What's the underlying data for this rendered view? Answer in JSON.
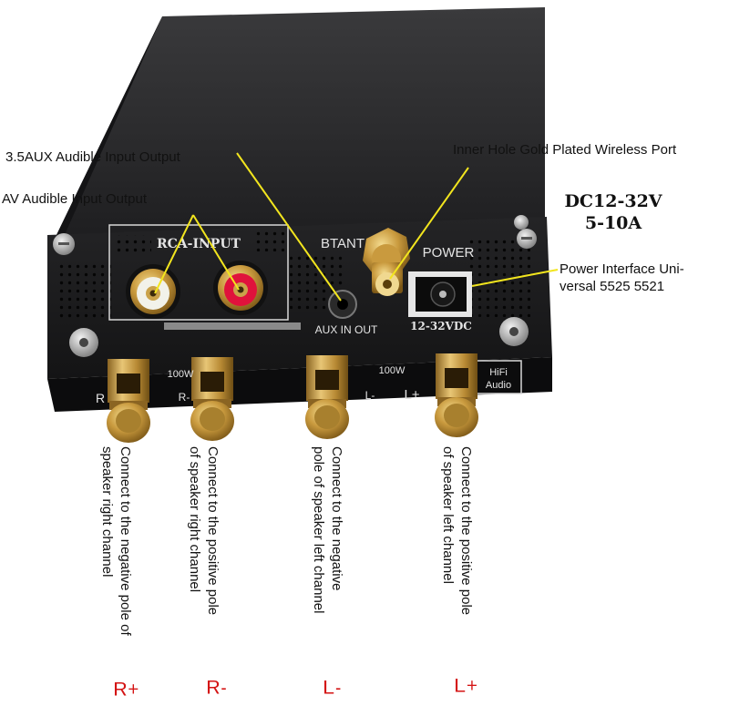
{
  "callouts": {
    "aux": "3.5AUX Audible Input Output",
    "av": "AV Audible Input Output",
    "wireless": "Inner Hole Gold Plated Wireless Port",
    "power_line1": "Power Interface Uni-",
    "power_line2": "versal 5525 5521"
  },
  "spec": {
    "voltage": "DC12-32V",
    "current": "5-10A"
  },
  "panel": {
    "rca_input": "RCA-INPUT",
    "btant": "BTANT",
    "power": "POWER",
    "aux_inout": "AUX IN OUT",
    "dc_range": "12-32VDC",
    "watts_right": "100W",
    "watts_left": "100W",
    "r_minus": "R-",
    "r_plus": "R",
    "l_minus": "L-",
    "l_plus": "L+",
    "hifi_line1": "HiFi",
    "hifi_line2": "Audio"
  },
  "terminals": [
    {
      "line1": "Connect to the negative pole of",
      "line2": "speaker right channel",
      "pole": "R+"
    },
    {
      "line1": "Connect to the positive pole",
      "line2": "of speaker right channel",
      "pole": "R-"
    },
    {
      "line1": "Connect to the negative",
      "line2": "pole of speaker left channel",
      "pole": "L-"
    },
    {
      "line1": "Connect to the positive pole",
      "line2": "of speaker left channel",
      "pole": "L+"
    }
  ],
  "colors": {
    "annotation_line": "#f2e51e",
    "pole_label": "#d41414",
    "gold": "#c8a24a",
    "panel": "#1c1c1e",
    "rca_red": "#e0123c"
  }
}
